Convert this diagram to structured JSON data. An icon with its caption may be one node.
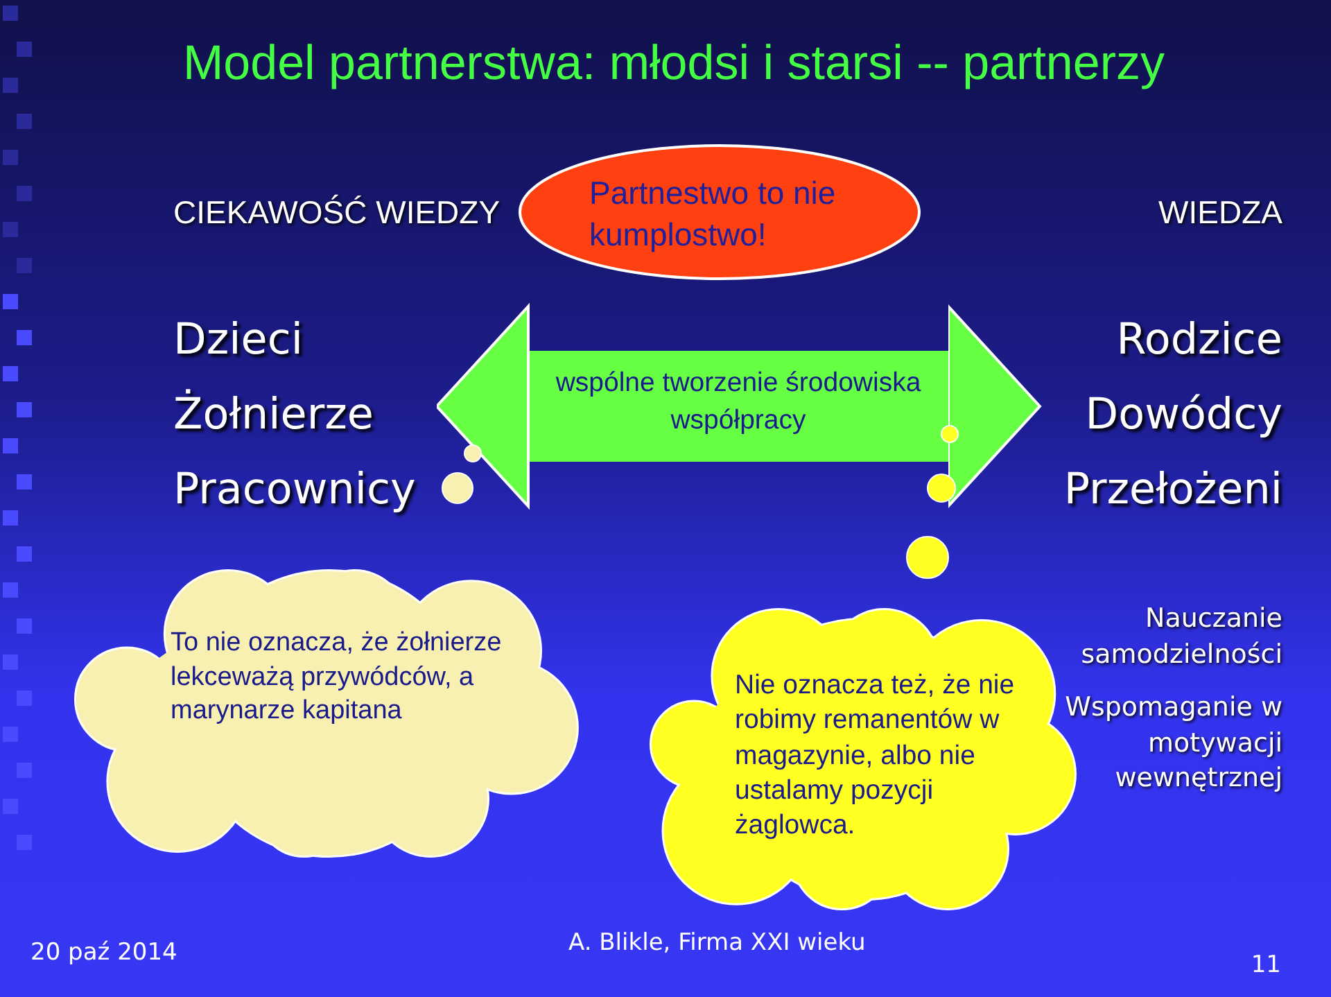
{
  "diagram": {
    "title": "Model partnerstwa: młodsi i starsi -- partnerzy",
    "nodes": [
      {
        "text": [
          "Dzieci",
          "Żołnierze",
          "Pracownicy"
        ]
      },
      {
        "text": [
          "Rodzice",
          "Dowódcy",
          "Przełożeni"
        ]
      },
      {
        "text": [
          "Partnestwo to nie kumplostwo!"
        ]
      },
      {
        "text": [
          "To nie oznacza, że żołnierze lekceważą przywódców, a marynarze kapitana"
        ]
      },
      {
        "text": [
          "Nie oznacza też, że nie robimy remanentów w magazynie, albo nie ustalamy pozycji żaglowca."
        ]
      }
    ],
    "edges": [
      {
        "from": 0,
        "to": 1,
        "arrow": "both",
        "label": "wspólne tworzenie środowiska współpracy"
      }
    ],
    "labels": [
      "CIEKAWOŚĆ WIEDZY",
      "WIEDZA",
      "Nauczanie samodzielności",
      "Wspomaganie w motywacji wewnętrznej",
      "20 paź 2014",
      "A. Blikle, Firma XXI wieku",
      "11"
    ]
  }
}
